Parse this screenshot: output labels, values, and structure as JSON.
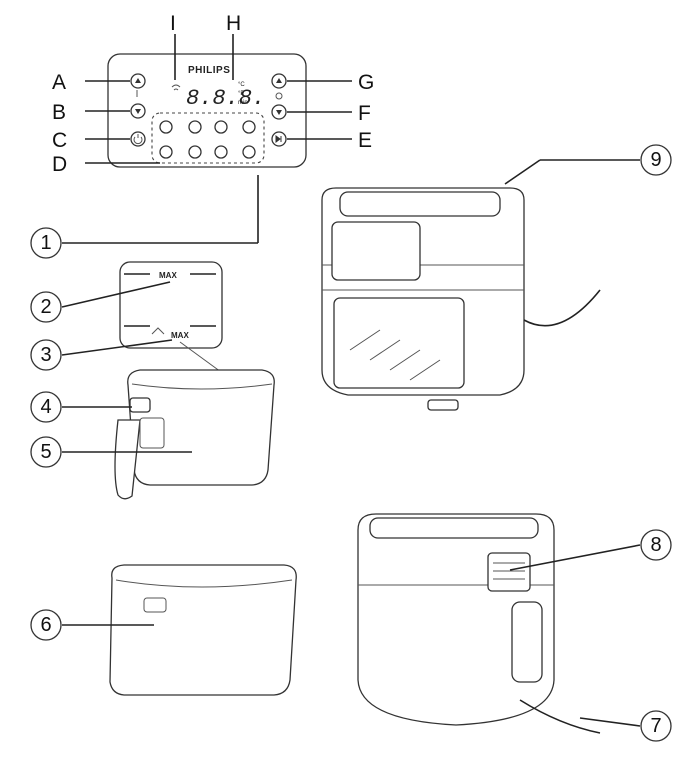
{
  "panel": {
    "brand": "PHILIPS",
    "display": "8.8.8.",
    "unit_c": "°C",
    "unit_f": "°F",
    "unit_min": "min"
  },
  "basket_marks": {
    "max": "MAX",
    "max_fries": "MAX"
  },
  "letters": [
    "A",
    "B",
    "C",
    "D",
    "E",
    "F",
    "G",
    "H",
    "I"
  ],
  "numbers": [
    "1",
    "2",
    "3",
    "4",
    "5",
    "6",
    "7",
    "8",
    "9"
  ]
}
